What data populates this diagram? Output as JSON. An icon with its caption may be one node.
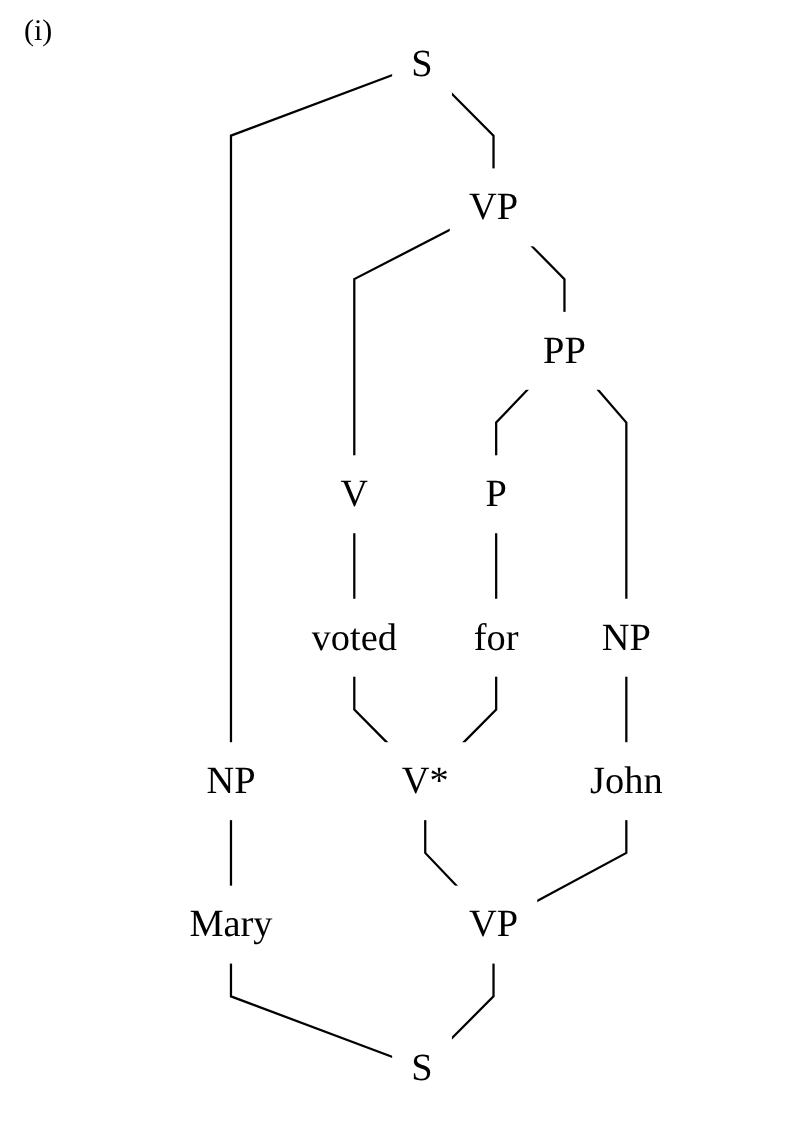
{
  "diagram": {
    "nodes": [
      {
        "text": [
          "S"
        ]
      },
      {
        "text": [
          "VP"
        ]
      },
      {
        "text": [
          "PP"
        ]
      },
      {
        "text": [
          "NP"
        ]
      },
      {
        "text": [
          "V"
        ]
      },
      {
        "text": [
          "P"
        ]
      },
      {
        "text": [
          "NP"
        ]
      },
      {
        "text": [
          "Mary"
        ]
      },
      {
        "text": [
          "voted"
        ]
      },
      {
        "text": [
          "for"
        ]
      },
      {
        "text": [
          "John"
        ]
      },
      {
        "text": [
          "V*"
        ]
      },
      {
        "text": [
          "VP"
        ]
      },
      {
        "text": [
          "S"
        ]
      }
    ],
    "edges": [
      {
        "from": 0,
        "to": 3,
        "arrow": "none"
      },
      {
        "from": 0,
        "to": 1,
        "arrow": "none"
      },
      {
        "from": 1,
        "to": 4,
        "arrow": "none"
      },
      {
        "from": 1,
        "to": 2,
        "arrow": "none"
      },
      {
        "from": 2,
        "to": 5,
        "arrow": "none"
      },
      {
        "from": 2,
        "to": 6,
        "arrow": "none"
      },
      {
        "from": 3,
        "to": 7,
        "arrow": "none"
      },
      {
        "from": 4,
        "to": 8,
        "arrow": "none"
      },
      {
        "from": 5,
        "to": 9,
        "arrow": "none"
      },
      {
        "from": 6,
        "to": 10,
        "arrow": "none"
      },
      {
        "from": 8,
        "to": 11,
        "arrow": "none"
      },
      {
        "from": 9,
        "to": 11,
        "arrow": "none"
      },
      {
        "from": 11,
        "to": 12,
        "arrow": "none"
      },
      {
        "from": 10,
        "to": 12,
        "arrow": "none"
      },
      {
        "from": 7,
        "to": 13,
        "arrow": "none"
      },
      {
        "from": 12,
        "to": 13,
        "arrow": "none"
      }
    ],
    "labels": [
      "(i)"
    ]
  }
}
